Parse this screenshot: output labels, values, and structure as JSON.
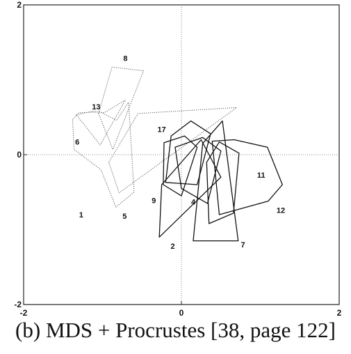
{
  "caption": "(b) MDS + Procrustes [38, page 122]",
  "chart_data": {
    "type": "polygon-scatter",
    "xlim": [
      -2,
      2
    ],
    "ylim": [
      -2,
      2
    ],
    "x_ticks": [
      "-2",
      "0",
      "2"
    ],
    "y_ticks": [
      "2",
      "0",
      "-2"
    ],
    "grid": "dotted zero lines",
    "groups": [
      {
        "label": "8",
        "style": "dotted",
        "label_at": [
          -0.71,
          1.29
        ],
        "points": [
          [
            -1.05,
            0.55
          ],
          [
            -0.88,
            1.17
          ],
          [
            -0.48,
            1.12
          ],
          [
            -0.87,
            0.07
          ]
        ]
      },
      {
        "label": "13",
        "style": "dotted",
        "label_at": [
          -1.08,
          0.64
        ],
        "points": [
          [
            -1.33,
            0.53
          ],
          [
            -1.13,
            0.58
          ],
          [
            -0.98,
            0.56
          ],
          [
            -0.71,
            0.73
          ],
          [
            -1.03,
            0.13
          ]
        ]
      },
      {
        "label": "6",
        "style": "dotted",
        "label_at": [
          -1.32,
          0.17
        ],
        "points": [
          [
            -1.38,
            0.47
          ],
          [
            -1.3,
            0.56
          ],
          [
            -1.03,
            0.57
          ],
          [
            -0.82,
            0.46
          ],
          [
            -0.67,
            0.7
          ],
          [
            -0.6,
            -0.5
          ],
          [
            -0.83,
            -0.7
          ],
          [
            -1.02,
            -0.2
          ],
          [
            -1.36,
            0.07
          ]
        ]
      },
      {
        "label": "5",
        "style": "dotted",
        "label_at": [
          -0.72,
          -0.82
        ],
        "points": [
          [
            -0.92,
            -0.1
          ],
          [
            -0.55,
            0.55
          ],
          [
            0.7,
            0.63
          ],
          [
            -0.79,
            -0.51
          ]
        ]
      },
      {
        "label": "17",
        "style": "solid",
        "label_at": [
          -0.25,
          0.34
        ],
        "points": [
          [
            -0.13,
            0.25
          ],
          [
            0.12,
            0.45
          ],
          [
            0.37,
            0.28
          ],
          [
            0.2,
            -0.4
          ],
          [
            -0.2,
            -0.37
          ]
        ]
      },
      {
        "label": "9",
        "style": "solid",
        "label_at": [
          -0.35,
          -0.61
        ],
        "points": [
          [
            -0.22,
            0.16
          ],
          [
            0.04,
            0.25
          ],
          [
            0.2,
            0.1
          ],
          [
            0.0,
            -0.55
          ],
          [
            -0.23,
            -0.4
          ]
        ]
      },
      {
        "label": "4",
        "style": "solid",
        "label_at": [
          0.15,
          -0.63
        ],
        "points": [
          [
            -0.08,
            0.1
          ],
          [
            0.27,
            0.23
          ],
          [
            0.5,
            0.05
          ],
          [
            0.33,
            -0.65
          ],
          [
            0.0,
            -0.45
          ]
        ]
      },
      {
        "label": "2",
        "style": "solid",
        "label_at": [
          -0.11,
          -1.22
        ],
        "points": [
          [
            -0.25,
            -0.4
          ],
          [
            0.25,
            0.2
          ],
          [
            0.5,
            -0.3
          ],
          [
            -0.28,
            -1.1
          ]
        ]
      },
      {
        "label": "7",
        "style": "solid",
        "label_at": [
          0.78,
          -1.2
        ],
        "points": [
          [
            0.27,
            0.15
          ],
          [
            0.52,
            0.45
          ],
          [
            0.72,
            -1.15
          ],
          [
            0.15,
            -1.15
          ]
        ]
      },
      {
        "label": "11",
        "style": "solid",
        "label_at": [
          1.01,
          -0.27
        ],
        "points": [
          [
            0.39,
            0.18
          ],
          [
            0.67,
            0.2
          ],
          [
            1.09,
            0.1
          ],
          [
            1.28,
            -0.4
          ],
          [
            1.1,
            -0.62
          ],
          [
            0.48,
            -0.8
          ]
        ]
      },
      {
        "label": "12",
        "style": "solid",
        "label_at": [
          1.26,
          -0.74
        ],
        "points": [
          [
            0.32,
            -0.1
          ],
          [
            0.48,
            0.17
          ],
          [
            0.73,
            0.02
          ],
          [
            0.66,
            -0.78
          ],
          [
            0.35,
            -0.92
          ]
        ]
      }
    ],
    "extra_labels": [
      {
        "label": "1",
        "at": [
          -1.27,
          -0.8
        ]
      }
    ]
  }
}
